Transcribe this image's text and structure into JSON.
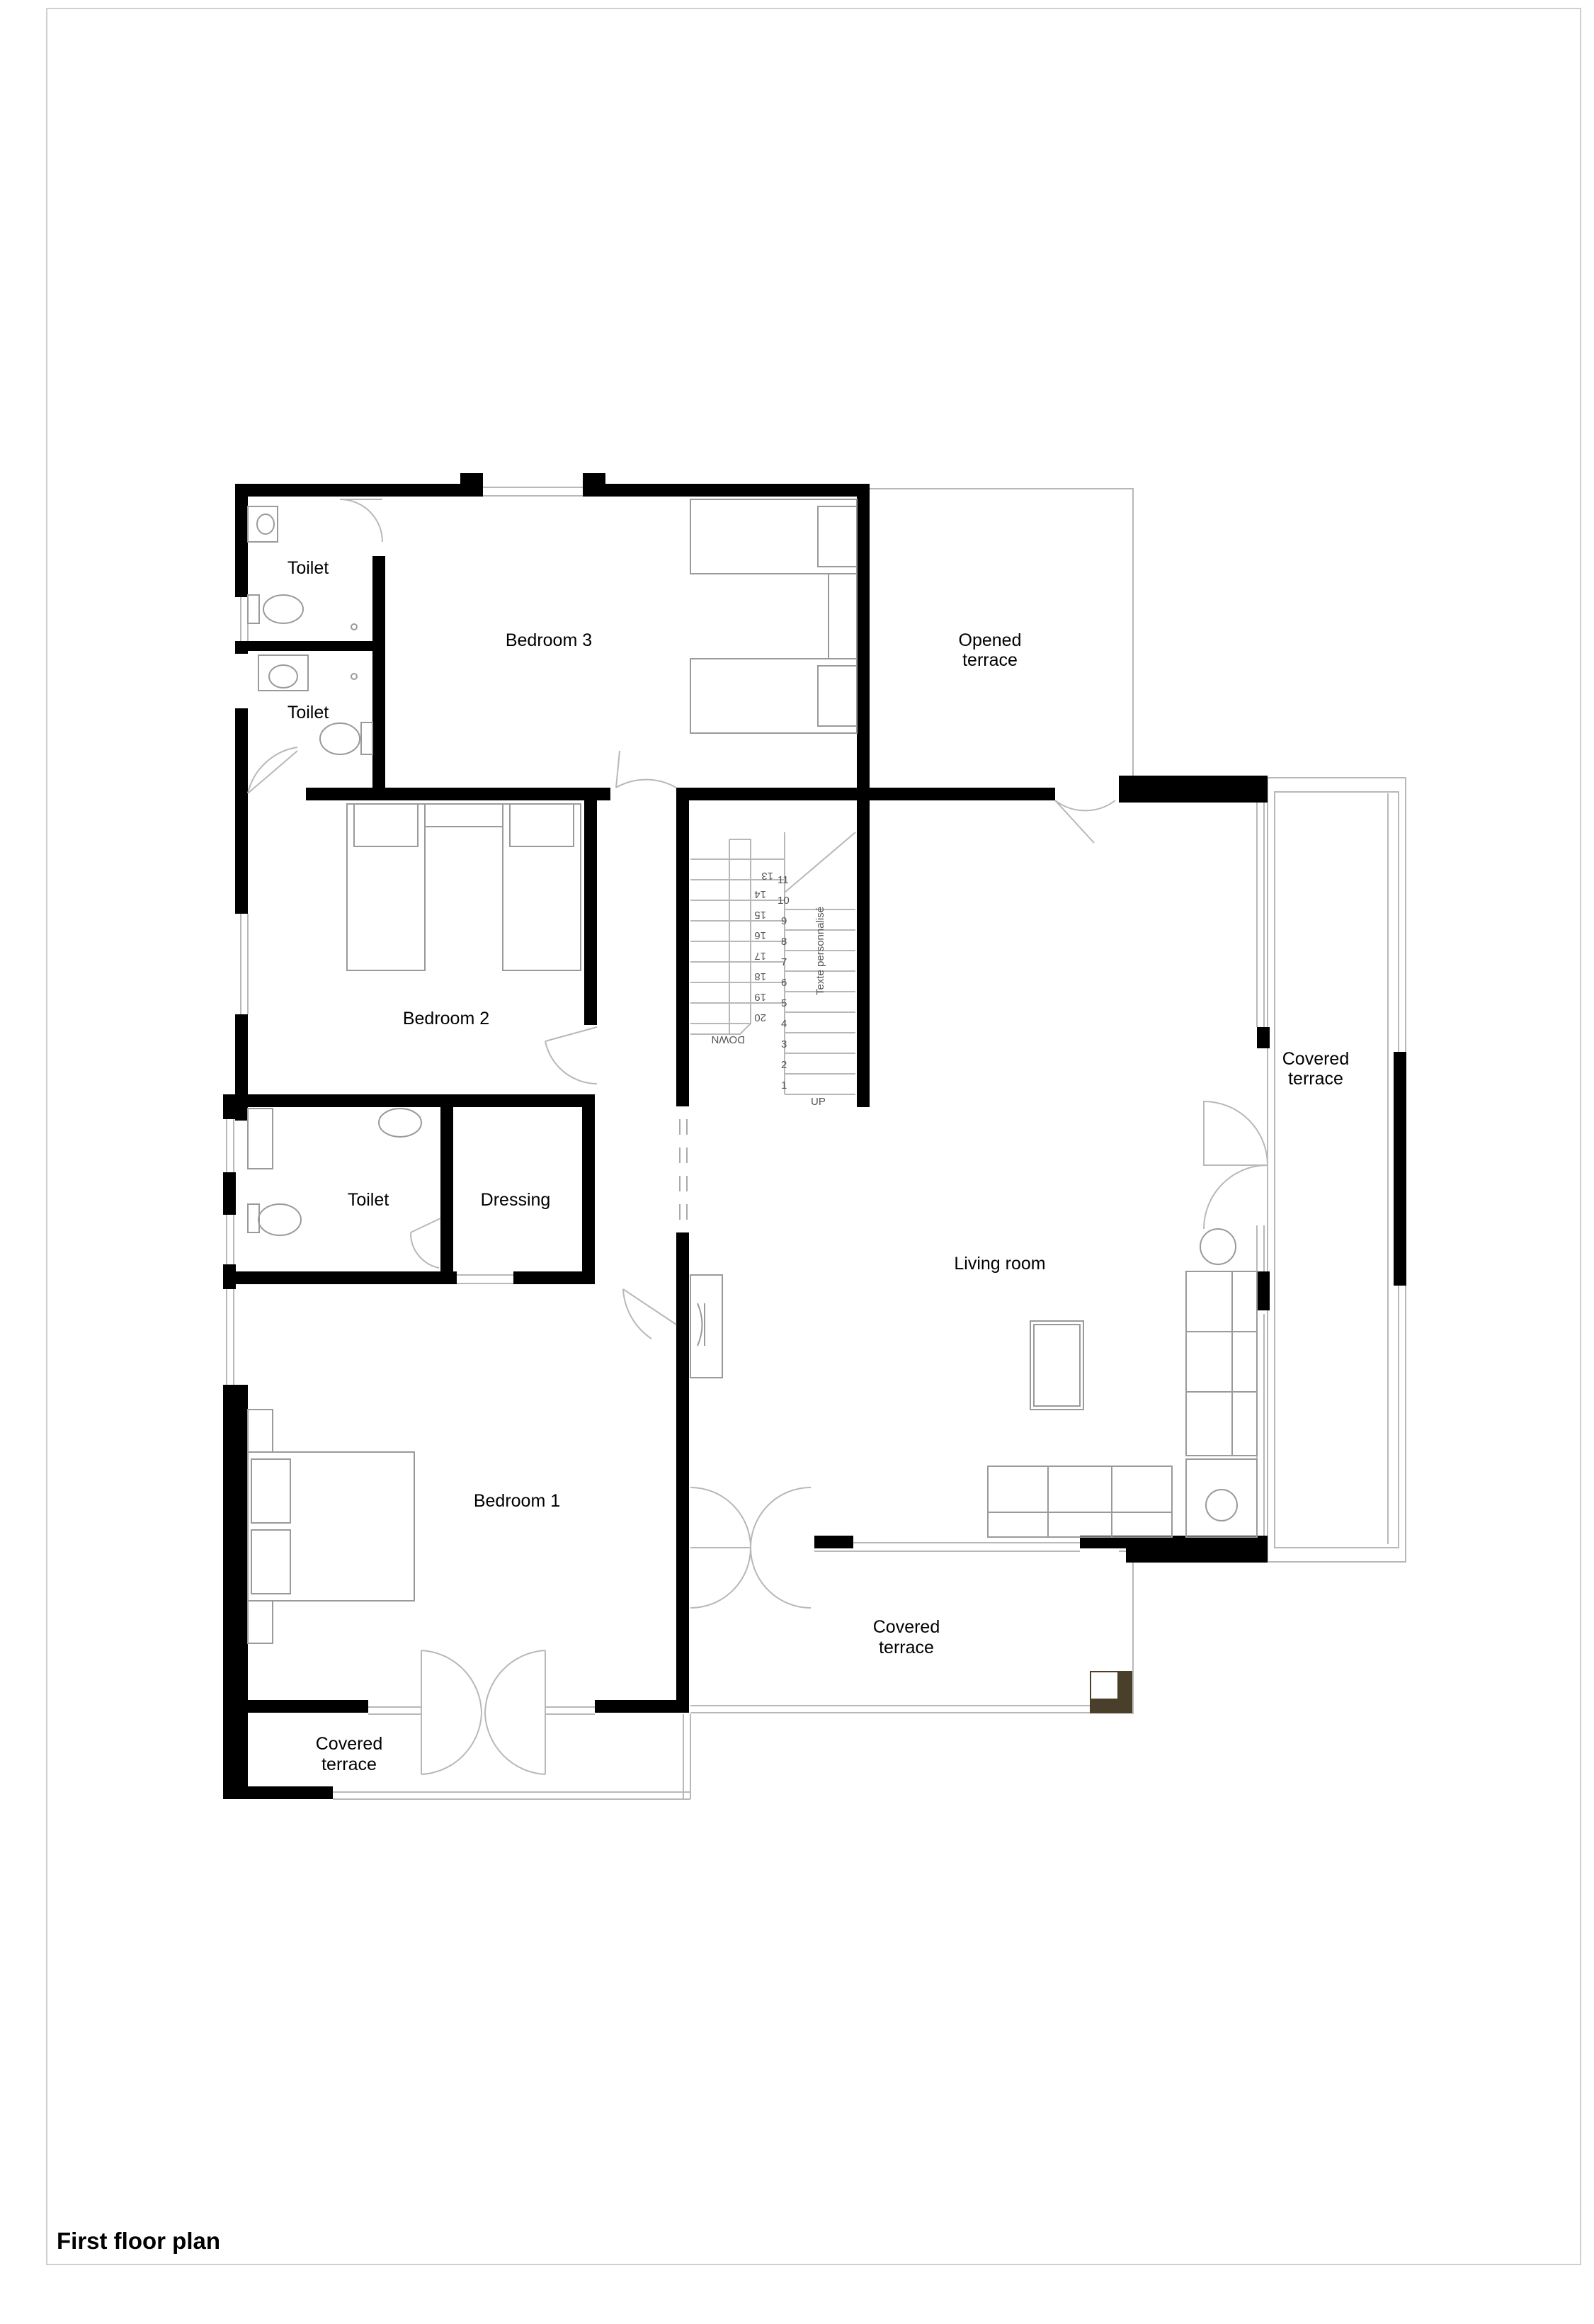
{
  "drawing": {
    "title": "First floor plan"
  },
  "rooms": {
    "toilet_top": "Toilet",
    "toilet_mid": "Toilet",
    "bedroom3": "Bedroom 3",
    "opened_terrace_l1": "Opened",
    "opened_terrace_l2": "terrace",
    "bedroom2": "Bedroom 2",
    "covered_terrace_east_l1": "Covered",
    "covered_terrace_east_l2": "terrace",
    "toilet_bottom": "Toilet",
    "dressing": "Dressing",
    "living_room": "Living room",
    "bedroom1": "Bedroom 1",
    "covered_terrace_south_l1": "Covered",
    "covered_terrace_south_l2": "terrace",
    "covered_terrace_sw_l1": "Covered",
    "covered_terrace_sw_l2": "terrace"
  },
  "stairs": {
    "up_label": "UP",
    "down_label": "DOWN",
    "custom_text": "Texte personnalisé",
    "steps_up": [
      "1",
      "2",
      "3",
      "4",
      "5",
      "6",
      "7",
      "8",
      "9",
      "10",
      "11"
    ],
    "steps_down": [
      "13",
      "14",
      "15",
      "16",
      "17",
      "18",
      "19",
      "20"
    ]
  },
  "colors": {
    "wall": "#000000",
    "column": "#4a3f2a",
    "thin_line": "#b8b8b8"
  }
}
